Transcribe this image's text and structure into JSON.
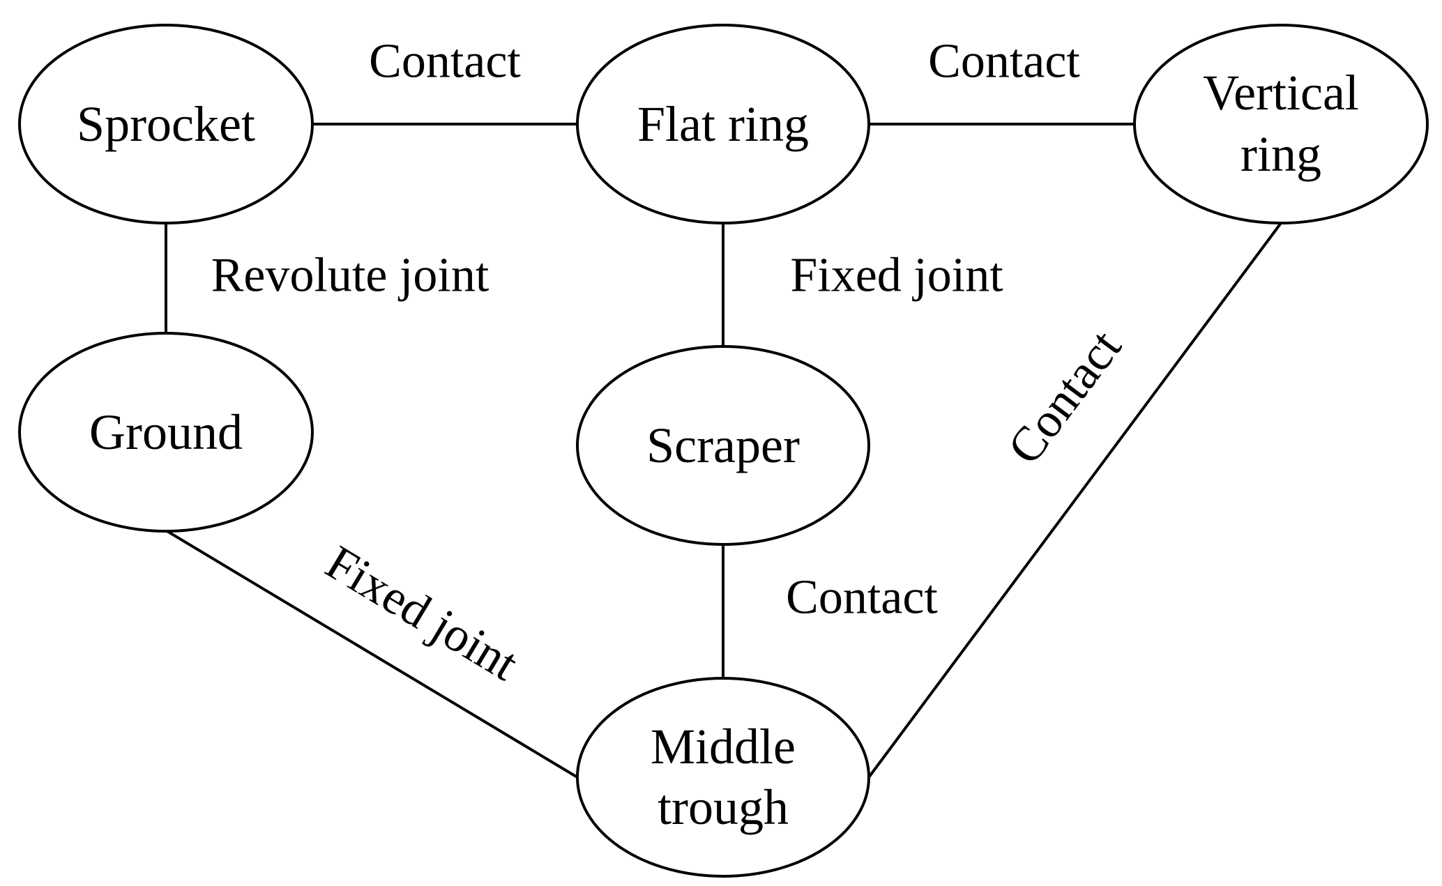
{
  "diagram": {
    "nodes": {
      "sprocket": {
        "lines": [
          "Sprocket"
        ]
      },
      "flat_ring": {
        "lines": [
          "Flat ring"
        ]
      },
      "vertical_ring": {
        "lines": [
          "Vertical",
          "ring"
        ]
      },
      "ground": {
        "lines": [
          "Ground"
        ]
      },
      "scraper": {
        "lines": [
          "Scraper"
        ]
      },
      "middle_trough": {
        "lines": [
          "Middle",
          "trough"
        ]
      }
    },
    "edges": [
      {
        "from": "sprocket",
        "to": "flat_ring",
        "label": "Contact"
      },
      {
        "from": "flat_ring",
        "to": "vertical_ring",
        "label": "Contact"
      },
      {
        "from": "sprocket",
        "to": "ground",
        "label": "Revolute joint"
      },
      {
        "from": "flat_ring",
        "to": "scraper",
        "label": "Fixed joint"
      },
      {
        "from": "ground",
        "to": "middle_trough",
        "label": "Fixed joint"
      },
      {
        "from": "scraper",
        "to": "middle_trough",
        "label": "Contact"
      },
      {
        "from": "vertical_ring",
        "to": "middle_trough",
        "label": "Contact"
      }
    ]
  }
}
